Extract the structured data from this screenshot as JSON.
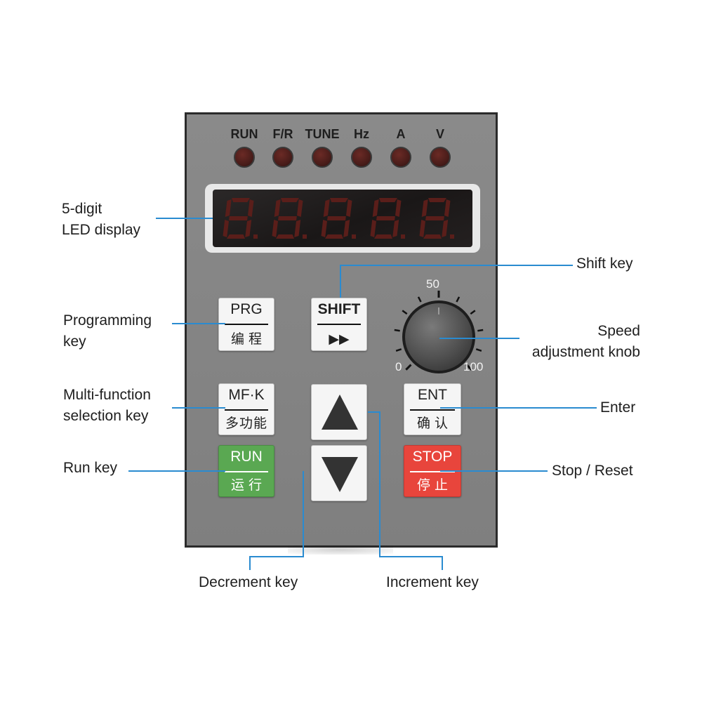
{
  "indicators": [
    "RUN",
    "F/R",
    "TUNE",
    "Hz",
    "A",
    "V"
  ],
  "display": {
    "digits": 5,
    "segment_color": "#5a1e1a"
  },
  "keys": {
    "prg": {
      "top": "PRG",
      "bottom": "编程"
    },
    "shift": {
      "top": "SHIFT",
      "bottom": "▶▶"
    },
    "mfk": {
      "top": "MF·K",
      "bottom": "多功能"
    },
    "ent": {
      "top": "ENT",
      "bottom": "确认"
    },
    "run": {
      "top": "RUN",
      "bottom": "运行",
      "color": "#5aa852"
    },
    "stop": {
      "top": "STOP",
      "bottom": "停止",
      "color": "#e8453c"
    }
  },
  "knob_scale": {
    "min": "0",
    "mid": "50",
    "max": "100"
  },
  "callouts": {
    "led_display": [
      "5-digit",
      "LED display"
    ],
    "shift_key": "Shift key",
    "programming_key": [
      "Programming",
      "key"
    ],
    "speed_knob": [
      "Speed",
      "adjustment knob"
    ],
    "multi_function_key": [
      "Multi-function",
      "selection key"
    ],
    "enter": "Enter",
    "run_key": "Run key",
    "stop_reset": "Stop / Reset",
    "decrement_key": "Decrement key",
    "increment_key": "Increment key"
  },
  "colors": {
    "leader": "#2a8bd0",
    "panel": "#858585",
    "led_off": "#4a1d1a"
  }
}
